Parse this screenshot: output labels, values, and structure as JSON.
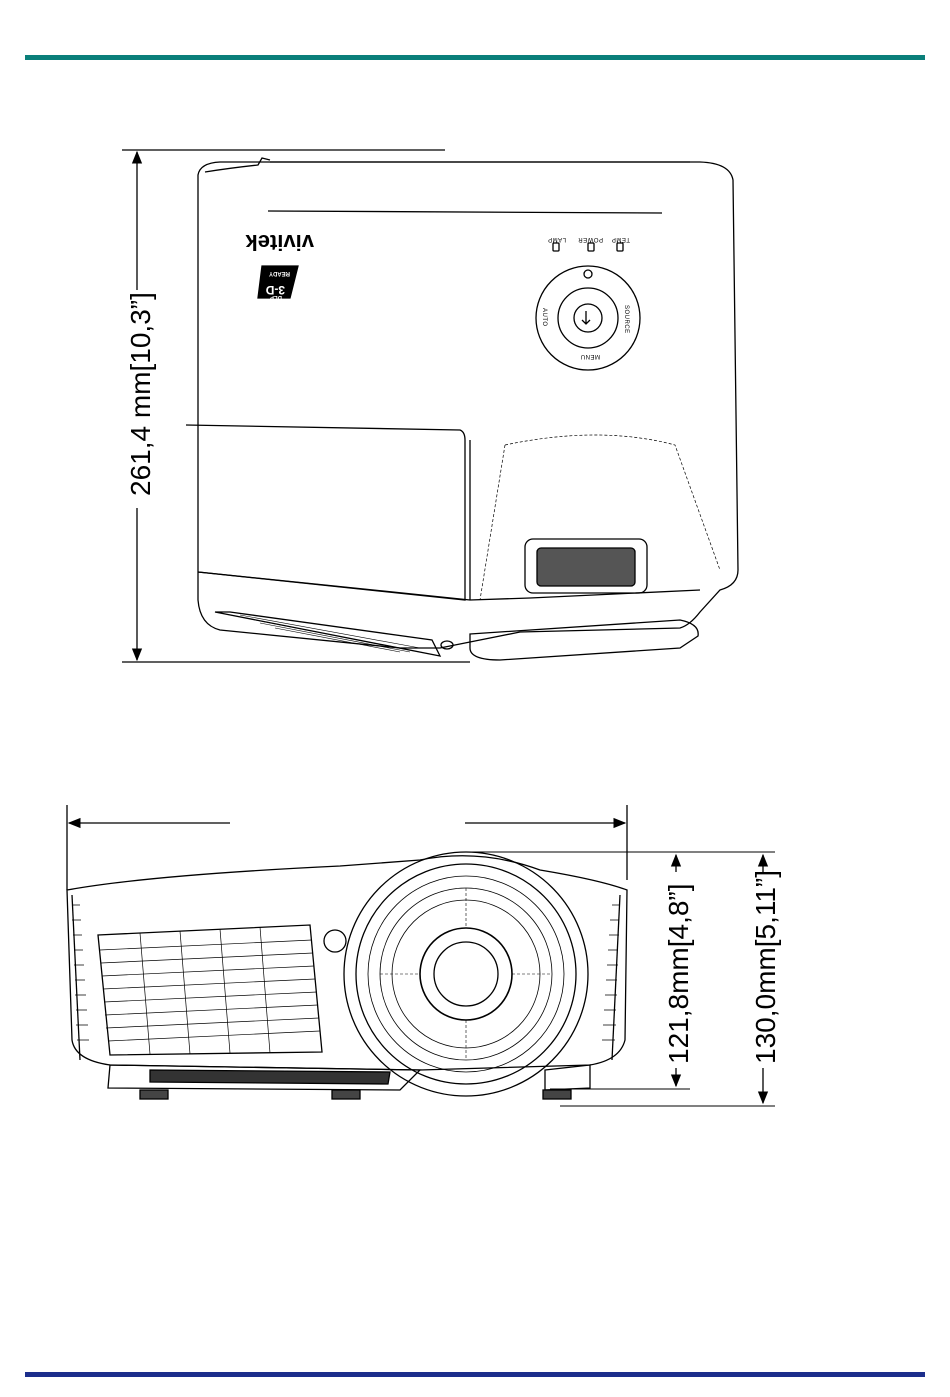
{
  "colors": {
    "top_rule": "#0a7f7a",
    "bottom_rule": "#1c2e8c",
    "line": "#000000"
  },
  "top_view": {
    "depth_dimension": "261,4 mm[10,3”]",
    "brand_logo": "vivitek",
    "badge_lines": [
      "DLP",
      "3-D",
      "READY"
    ],
    "indicator_labels": [
      "LAMP",
      "POWER",
      "TEMP"
    ],
    "keypad_labels": {
      "left": "AUTO",
      "right": "SOURCE",
      "bottom": "MENU"
    }
  },
  "front_view": {
    "height_dimension": "121,8mm[4,8”]",
    "overall_height_dimension": "130,0mm[5,11”]",
    "width_dimension": ""
  }
}
